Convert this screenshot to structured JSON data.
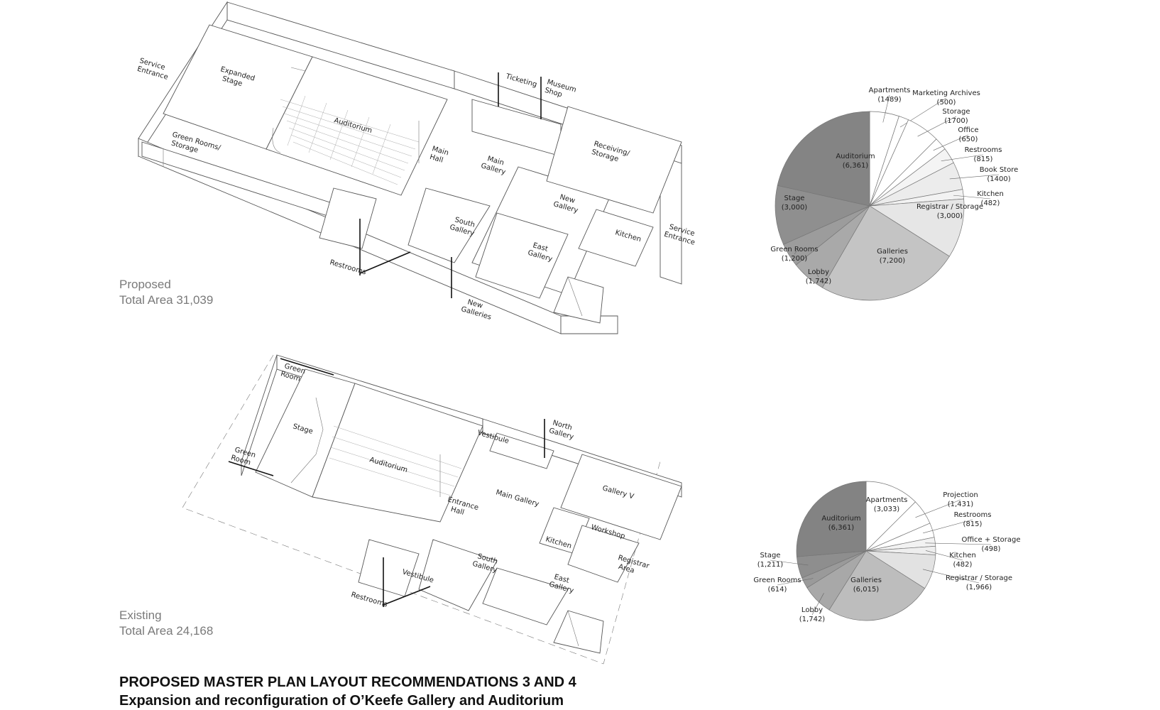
{
  "proposed": {
    "status": "Proposed",
    "total_area": "Total Area 31,039",
    "rooms": {
      "service_entrance_left": [
        "Service",
        "Entrance"
      ],
      "expanded_stage": [
        "Expanded",
        "Stage"
      ],
      "auditorium": [
        "Auditorium"
      ],
      "green_rooms_storage": [
        "Green Rooms/",
        "Storage"
      ],
      "ticketing": [
        "Ticketing"
      ],
      "museum_shop": [
        "Museum",
        "Shop"
      ],
      "main_hall": [
        "Main",
        "Hall"
      ],
      "main_gallery": [
        "Main",
        "Gallery"
      ],
      "receiving_storage": [
        "Receiving/",
        "Storage"
      ],
      "new_gallery": [
        "New",
        "Gallery"
      ],
      "south_gallery": [
        "South",
        "Gallery"
      ],
      "east_gallery": [
        "East",
        "Gallery"
      ],
      "kitchen": [
        "Kitchen"
      ],
      "service_entrance_right": [
        "Service",
        "Entrance"
      ],
      "restrooms": [
        "Restrooms"
      ],
      "new_galleries": [
        "New",
        "Galleries"
      ]
    }
  },
  "existing": {
    "status": "Existing",
    "total_area": "Total Area 24,168",
    "rooms": {
      "green_room_top": [
        "Green",
        "Room"
      ],
      "stage": [
        "Stage"
      ],
      "green_room_left": [
        "Green",
        "Room"
      ],
      "auditorium": [
        "Auditorium"
      ],
      "vestibule_top": [
        "Vestibule"
      ],
      "north_gallery": [
        "North",
        "Gallery"
      ],
      "entrance_hall": [
        "Entrance",
        "Hall"
      ],
      "main_gallery": [
        "Main Gallery"
      ],
      "gallery_v": [
        "Gallery V"
      ],
      "workshop": [
        "Workshop"
      ],
      "kitchen": [
        "Kitchen"
      ],
      "registrar_area": [
        "Registrar",
        "Area"
      ],
      "south_gallery": [
        "South",
        "Gallery"
      ],
      "east_gallery": [
        "East",
        "Gallery"
      ],
      "vestibule_bottom": [
        "Vestibule"
      ],
      "restrooms": [
        "Restrooms"
      ]
    }
  },
  "caption": {
    "title": "PROPOSED MASTER PLAN LAYOUT RECOMMENDATIONS 3 AND 4",
    "subtitle": "Expansion and reconfiguration of O’Keefe Gallery and Auditorium"
  },
  "chart_data": [
    {
      "type": "pie",
      "title": "",
      "slices": [
        {
          "label": "Apartments",
          "value_text": "(1489)",
          "value": 1489,
          "color": "#ffffff"
        },
        {
          "label": "Marketing Archives",
          "value_text": "(500)",
          "value": 500,
          "color": "#ffffff"
        },
        {
          "label": "Storage",
          "value_text": "(1700)",
          "value": 1700,
          "color": "#ffffff"
        },
        {
          "label": "Office",
          "value_text": "(650)",
          "value": 650,
          "color": "#ffffff"
        },
        {
          "label": "Restrooms",
          "value_text": "(815)",
          "value": 815,
          "color": "#f4f4f4"
        },
        {
          "label": "Book Store",
          "value_text": "(1400)",
          "value": 1400,
          "color": "#ececec"
        },
        {
          "label": "Kitchen",
          "value_text": "(482)",
          "value": 482,
          "color": "#f2f2f2"
        },
        {
          "label": "Registrar / Storage",
          "value_text": "(3,000)",
          "value": 3000,
          "color": "#e6e6e6"
        },
        {
          "label": "Galleries",
          "value_text": "(7,200)",
          "value": 7200,
          "color": "#c4c4c4"
        },
        {
          "label": "Lobby",
          "value_text": "(1,742)",
          "value": 1742,
          "color": "#a9a9a9"
        },
        {
          "label": "Green Rooms",
          "value_text": "(1,200)",
          "value": 1200,
          "color": "#9c9c9c"
        },
        {
          "label": "Stage",
          "value_text": "(3,000)",
          "value": 3000,
          "color": "#8f8f8f"
        },
        {
          "label": "Auditorium",
          "value_text": "(6,361)",
          "value": 6361,
          "color": "#848484"
        }
      ]
    },
    {
      "type": "pie",
      "title": "",
      "slices": [
        {
          "label": "Apartments",
          "value_text": "(3,033)",
          "value": 3033,
          "color": "#ffffff"
        },
        {
          "label": "Projection",
          "value_text": "(1,431)",
          "value": 1431,
          "color": "#ffffff"
        },
        {
          "label": "Restrooms",
          "value_text": "(815)",
          "value": 815,
          "color": "#ffffff"
        },
        {
          "label": "Office + Storage",
          "value_text": "(498)",
          "value": 498,
          "color": "#f2f2f2"
        },
        {
          "label": "Kitchen",
          "value_text": "(482)",
          "value": 482,
          "color": "#eeeeee"
        },
        {
          "label": "Registrar / Storage",
          "value_text": "(1,966)",
          "value": 1966,
          "color": "#e2e2e2"
        },
        {
          "label": "Galleries",
          "value_text": "(6,015)",
          "value": 6015,
          "color": "#bdbdbd"
        },
        {
          "label": "Lobby",
          "value_text": "(1,742)",
          "value": 1742,
          "color": "#a8a8a8"
        },
        {
          "label": "Green Rooms",
          "value_text": "(614)",
          "value": 614,
          "color": "#9a9a9a"
        },
        {
          "label": "Stage",
          "value_text": "(1,211)",
          "value": 1211,
          "color": "#8e8e8e"
        },
        {
          "label": "Auditorium",
          "value_text": "(6,361)",
          "value": 6361,
          "color": "#838383"
        }
      ]
    }
  ]
}
